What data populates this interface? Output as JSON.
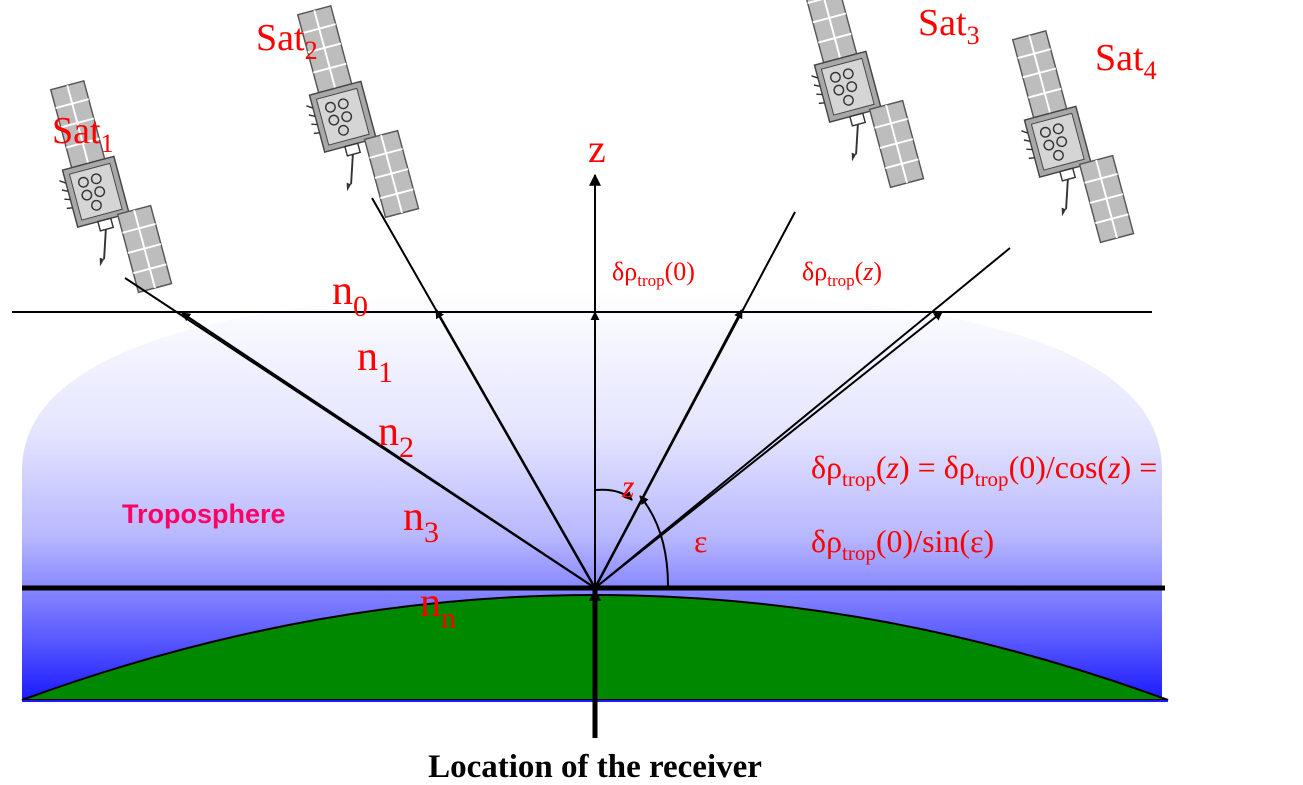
{
  "satellites": [
    {
      "name": "Sat",
      "sub": "1"
    },
    {
      "name": "Sat",
      "sub": "2"
    },
    {
      "name": "Sat",
      "sub": "3"
    },
    {
      "name": "Sat",
      "sub": "4"
    }
  ],
  "axis_label": "z",
  "layers": [
    {
      "name": "n",
      "sub": "0"
    },
    {
      "name": "n",
      "sub": "1"
    },
    {
      "name": "n",
      "sub": "2"
    },
    {
      "name": "n",
      "sub": "3"
    },
    {
      "name": "n",
      "sub": "n"
    }
  ],
  "troposphere_label": "Troposphere",
  "delay_labels": {
    "symbol": "δρ",
    "sub": "trop",
    "zenith_arg": "(0)",
    "slant_open": "(",
    "slant_var": "z",
    "slant_close": ")"
  },
  "angle_labels": {
    "zenith": "z",
    "elevation": "ε"
  },
  "formula": {
    "line1_a": "δρ",
    "line1_sub1": "trop",
    "line1_b": "(",
    "line1_z1": "z",
    "line1_c": ") =  δρ",
    "line1_sub2": "trop",
    "line1_d": "(0)/cos(",
    "line1_z2": "z",
    "line1_e": ") =",
    "line2_a": "δρ",
    "line2_sub": "trop",
    "line2_b": "(0)/sin(ε)"
  },
  "receiver_label": "Location of the receiver",
  "colors": {
    "label_red": "#ff0000",
    "ground_green": "#008800",
    "atmosphere_blue": "#1a1aff",
    "troposphere_text": "#ff0066"
  }
}
